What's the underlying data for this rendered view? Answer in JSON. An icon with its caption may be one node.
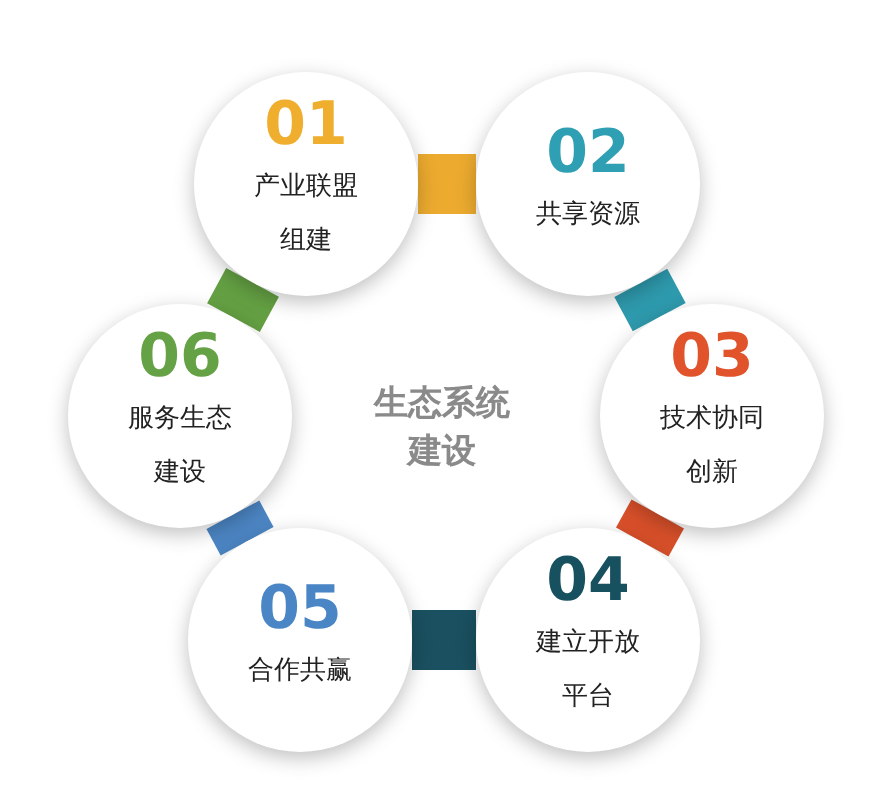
{
  "diagram": {
    "nodes": [
      {
        "text": [
          "01",
          "产业联盟组建"
        ]
      },
      {
        "text": [
          "02",
          "共享资源"
        ]
      },
      {
        "text": [
          "03",
          "技术协同创新"
        ]
      },
      {
        "text": [
          "04",
          "建立开放平台"
        ]
      },
      {
        "text": [
          "05",
          "合作共赢"
        ]
      },
      {
        "text": [
          "06",
          "服务生态建设"
        ]
      }
    ],
    "edges": [
      {
        "from": 0,
        "to": 1,
        "arrow": "none",
        "color": "#ecab2f"
      },
      {
        "from": 1,
        "to": 2,
        "arrow": "none",
        "color": "#2e9aad"
      },
      {
        "from": 2,
        "to": 3,
        "arrow": "none",
        "color": "#d8502a"
      },
      {
        "from": 3,
        "to": 4,
        "arrow": "none",
        "color": "#1a5060"
      },
      {
        "from": 4,
        "to": 5,
        "arrow": "none",
        "color": "#4c86c4"
      },
      {
        "from": 5,
        "to": 0,
        "arrow": "none",
        "color": "#64a043"
      }
    ],
    "labels": [
      "生态系统建设"
    ]
  }
}
